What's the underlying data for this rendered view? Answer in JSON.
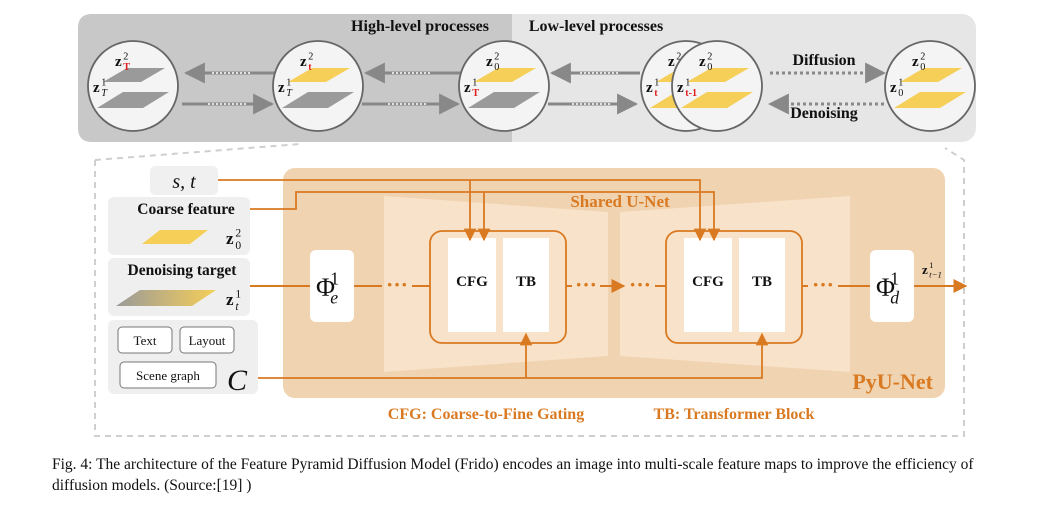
{
  "top_panel": {
    "high_level_label": "High-level processes",
    "low_level_label": "Low-level processes",
    "diffusion_label": "Diffusion",
    "denoising_label": "Denoising",
    "circles": [
      {
        "upper": {
          "base": "z",
          "sup": "2",
          "sub": "T"
        },
        "lower": {
          "base": "z",
          "sup": "1",
          "sub": "T"
        }
      },
      {
        "upper": {
          "base": "z",
          "sup": "2",
          "sub": "t"
        },
        "lower": {
          "base": "z",
          "sup": "1",
          "sub": "T"
        }
      },
      {
        "upper": {
          "base": "z",
          "sup": "2",
          "sub": "0"
        },
        "lower": {
          "base": "z",
          "sup": "1",
          "sub": "T"
        }
      },
      {
        "upper": {
          "base": "z",
          "sup": "2",
          "sub": "0"
        },
        "lower": {
          "base": "z",
          "sup": "1",
          "sub": "t"
        }
      },
      {
        "upper": {
          "base": "z",
          "sup": "2",
          "sub": "0"
        },
        "lower": {
          "base": "z",
          "sup": "1",
          "sub": "t-1"
        }
      },
      {
        "upper": {
          "base": "z",
          "sup": "2",
          "sub": "0"
        },
        "lower": {
          "base": "z",
          "sup": "1",
          "sub": "0"
        }
      }
    ]
  },
  "inputs": {
    "st_label": "s, t",
    "coarse_feature_label": "Coarse feature",
    "coarse_feature_var": {
      "base": "z",
      "sup": "2",
      "sub": "0"
    },
    "denoising_target_label": "Denoising target",
    "denoising_target_var": {
      "base": "z",
      "sup": "1",
      "sub": "t"
    },
    "text_button": "Text",
    "layout_button": "Layout",
    "scene_graph_button": "Scene graph",
    "condition_symbol": "C"
  },
  "network": {
    "shared_unet_label": "Shared U-Net",
    "pyunet_label": "PyU-Net",
    "encoder": {
      "base": "Φ",
      "sup": "1",
      "sub": "e"
    },
    "decoder": {
      "base": "Φ",
      "sup": "1",
      "sub": "d"
    },
    "output_var": {
      "base": "z",
      "sup": "1",
      "sub": "t−1"
    },
    "cfg_label": "CFG",
    "tb_label": "TB",
    "ellipsis": "···"
  },
  "legend": {
    "cfg_text": "CFG: Coarse-to-Fine Gating",
    "tb_text": "TB: Transformer Block"
  },
  "caption": "Fig. 4: The architecture of the Feature Pyramid Diffusion Model (Frido) encodes an image into multi-scale feature maps to improve the efficiency of diffusion models. (Source:[19] )",
  "colors": {
    "accent_orange": "#d97a22",
    "red_subscript": "#e02020",
    "yellow_layer": "#f5cf58",
    "gray_layer": "#9a9a9a",
    "pyunet_bg": "#f0d3b0",
    "high_level_bg": "#c8c8c8",
    "low_level_bg": "#e6e6e6"
  }
}
